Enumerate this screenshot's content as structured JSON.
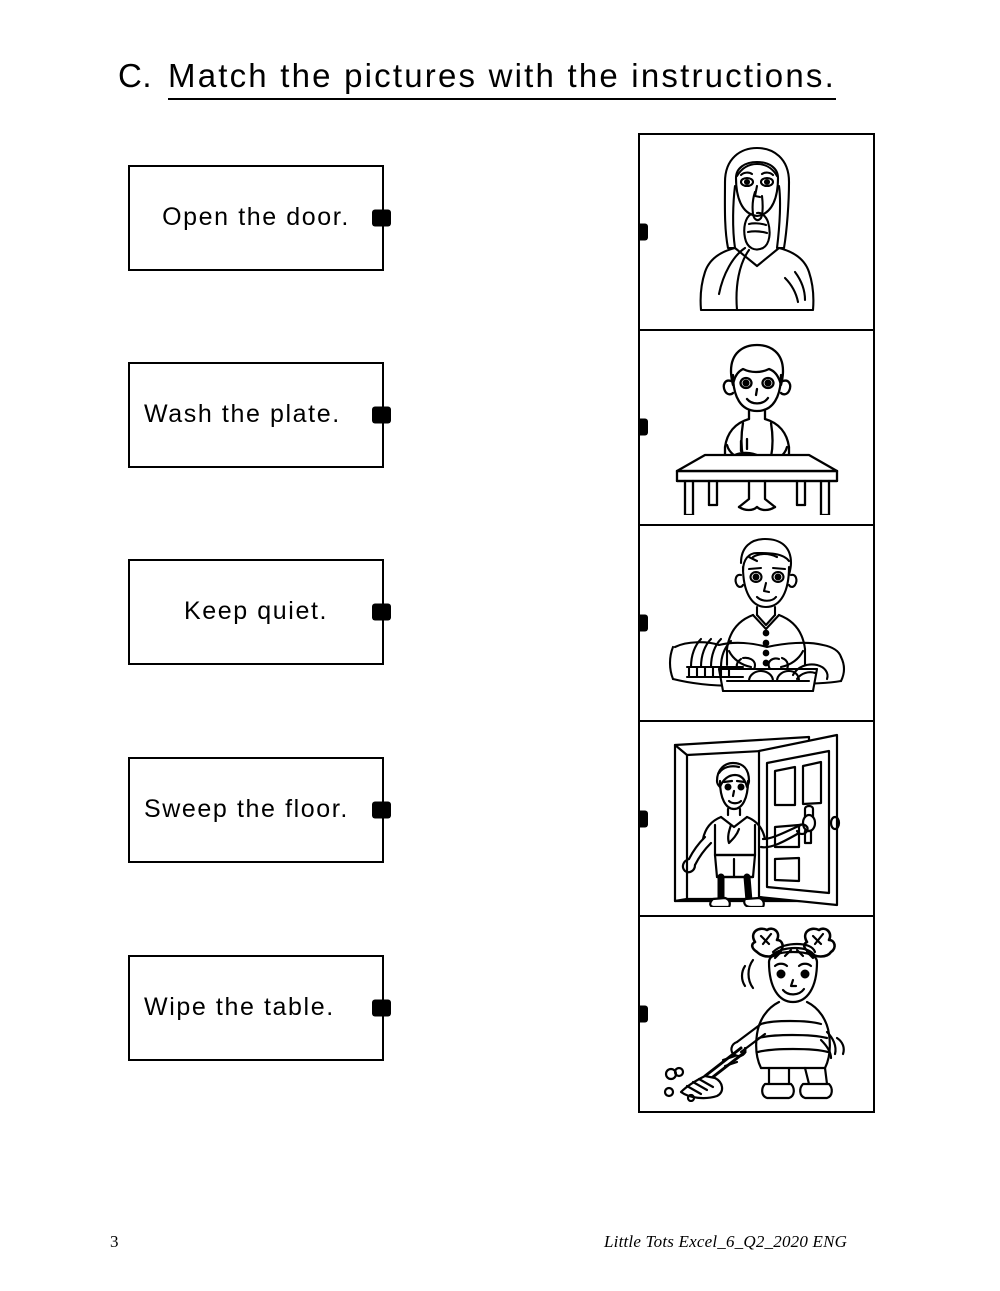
{
  "worksheet": {
    "exercise_label": "C.",
    "instruction": "Match the pictures with the instructions."
  },
  "prompts": [
    {
      "text": "Open the door.",
      "align": "center",
      "knob": "connector-dot"
    },
    {
      "text": "Wash the plate.",
      "align": "left",
      "knob": "connector-dot"
    },
    {
      "text": "Keep quiet.",
      "align": "center",
      "knob": "connector-dot"
    },
    {
      "text": "Sweep the floor.",
      "align": "left",
      "knob": "connector-dot"
    },
    {
      "text": "Wipe the table.",
      "align": "left",
      "knob": "connector-dot"
    }
  ],
  "pictures": [
    {
      "name": "woman-shushing-finger-to-lips",
      "alt": "Woman holding index finger to her lips",
      "matches": "Keep quiet."
    },
    {
      "name": "child-wiping-table",
      "alt": "Child wiping a table with a cloth",
      "matches": "Wipe the table."
    },
    {
      "name": "boy-washing-dishes-at-sink",
      "alt": "Boy washing plates at a sink",
      "matches": "Wash the plate."
    },
    {
      "name": "child-opening-door",
      "alt": "Child opening a door",
      "matches": "Open the door."
    },
    {
      "name": "girl-sweeping-floor-with-broom",
      "alt": "Girl sweeping the floor with a broom",
      "matches": "Sweep the floor."
    }
  ],
  "footer": {
    "page_number": "3",
    "note": "Little Tots Excel_6_Q2_2020 ENG"
  },
  "colors": {
    "ink": "#000000",
    "paper": "#ffffff"
  }
}
